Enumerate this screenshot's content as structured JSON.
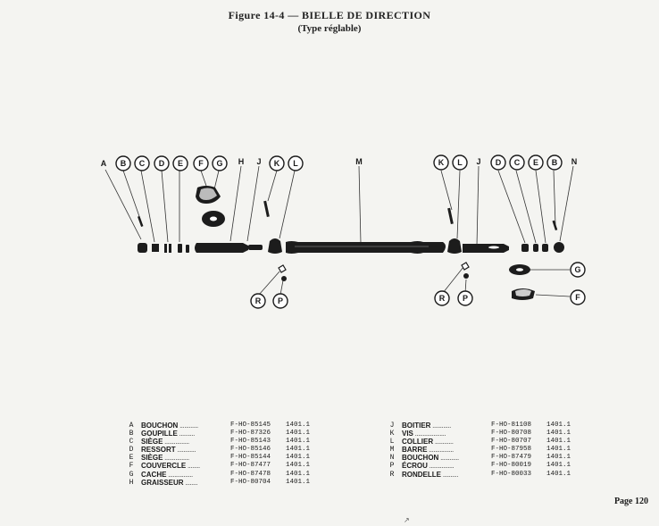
{
  "title": "Figure 14-4 — BIELLE DE DIRECTION",
  "subtitle": "(Type réglable)",
  "callouts": {
    "A": "A",
    "B": "B",
    "C": "C",
    "D": "D",
    "E": "E",
    "F": "F",
    "G": "G",
    "H": "H",
    "J": "J",
    "K": "K",
    "L": "L",
    "M": "M",
    "N": "N",
    "P": "P",
    "R": "R"
  },
  "parts_left": [
    {
      "letter": "A",
      "name": "BOUCHON",
      "ref": "F-HO-85145",
      "code": "1401.1"
    },
    {
      "letter": "B",
      "name": "GOUPILLE",
      "ref": "F-HO-87326",
      "code": "1401.1"
    },
    {
      "letter": "C",
      "name": "SIÈGE",
      "ref": "F-HO-85143",
      "code": "1401.1"
    },
    {
      "letter": "D",
      "name": "RESSORT",
      "ref": "F-HO-85146",
      "code": "1401.1"
    },
    {
      "letter": "E",
      "name": "SIÈGE",
      "ref": "F-HO-85144",
      "code": "1401.1"
    },
    {
      "letter": "F",
      "name": "COUVERCLE",
      "ref": "F-HO-87477",
      "code": "1401.1"
    },
    {
      "letter": "G",
      "name": "CACHE",
      "ref": "F-HO-87478",
      "code": "1401.1"
    },
    {
      "letter": "H",
      "name": "GRAISSEUR",
      "ref": "F-HO-80704",
      "code": "1401.1"
    }
  ],
  "parts_right": [
    {
      "letter": "J",
      "name": "BOITIER",
      "ref": "F-HO-81108",
      "code": "1401.1"
    },
    {
      "letter": "K",
      "name": "VIS",
      "ref": "F-HO-80708",
      "code": "1401.1"
    },
    {
      "letter": "L",
      "name": "COLLIER",
      "ref": "F-HO-80707",
      "code": "1401.1"
    },
    {
      "letter": "M",
      "name": "BARRE",
      "ref": "F-HO-87958",
      "code": "1401.1"
    },
    {
      "letter": "N",
      "name": "BOUCHON",
      "ref": "F-HO-87479",
      "code": "1401.1"
    },
    {
      "letter": "P",
      "name": "ÉCROU",
      "ref": "F-HO-80019",
      "code": "1401.1"
    },
    {
      "letter": "R",
      "name": "RONDELLE",
      "ref": "F-HO-80033",
      "code": "1401.1"
    }
  ],
  "page": "Page 120",
  "stray_mark": "↗"
}
